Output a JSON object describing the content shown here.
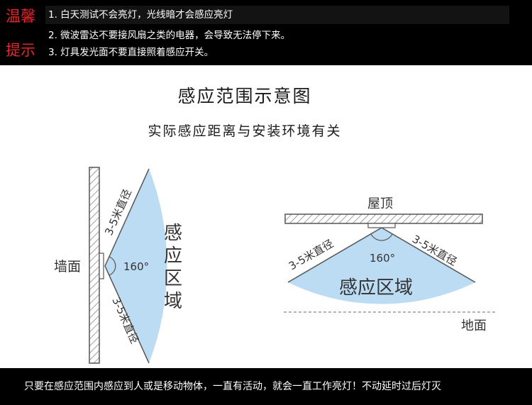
{
  "banner": {
    "label_top": "温馨",
    "label_bottom": "提示",
    "tips": [
      "1. 白天测试不会亮灯，光线暗才会感应亮灯",
      "2. 微波雷达不要接风扇之类的电器，会导致无法停下来。",
      "3. 灯具发光面不要直接照着感应开关。"
    ]
  },
  "title": "感应范围示意图",
  "subtitle": "实际感应距离与安装环境有关",
  "wall_diagram": {
    "wall_label": "墙面",
    "range_upper": "3-5米直径",
    "range_lower": "3-5米直径",
    "angle": "160°",
    "zone": [
      "感",
      "应",
      "区",
      "域"
    ]
  },
  "ceiling_diagram": {
    "roof_label": "屋顶",
    "range_left": "3-5米直径",
    "range_right": "3-5米直径",
    "angle": "160°",
    "zone": "感应区域",
    "ground_label": "地面"
  },
  "bottom_note": "只要在感应范围内感应到人或是移动物体，一直有活动，就会一直工作亮灯！不动延时过后灯灭",
  "colors": {
    "zone_fill": "#bcdcf3",
    "banner_label": "#e8262a",
    "wall_stroke": "#555555"
  }
}
